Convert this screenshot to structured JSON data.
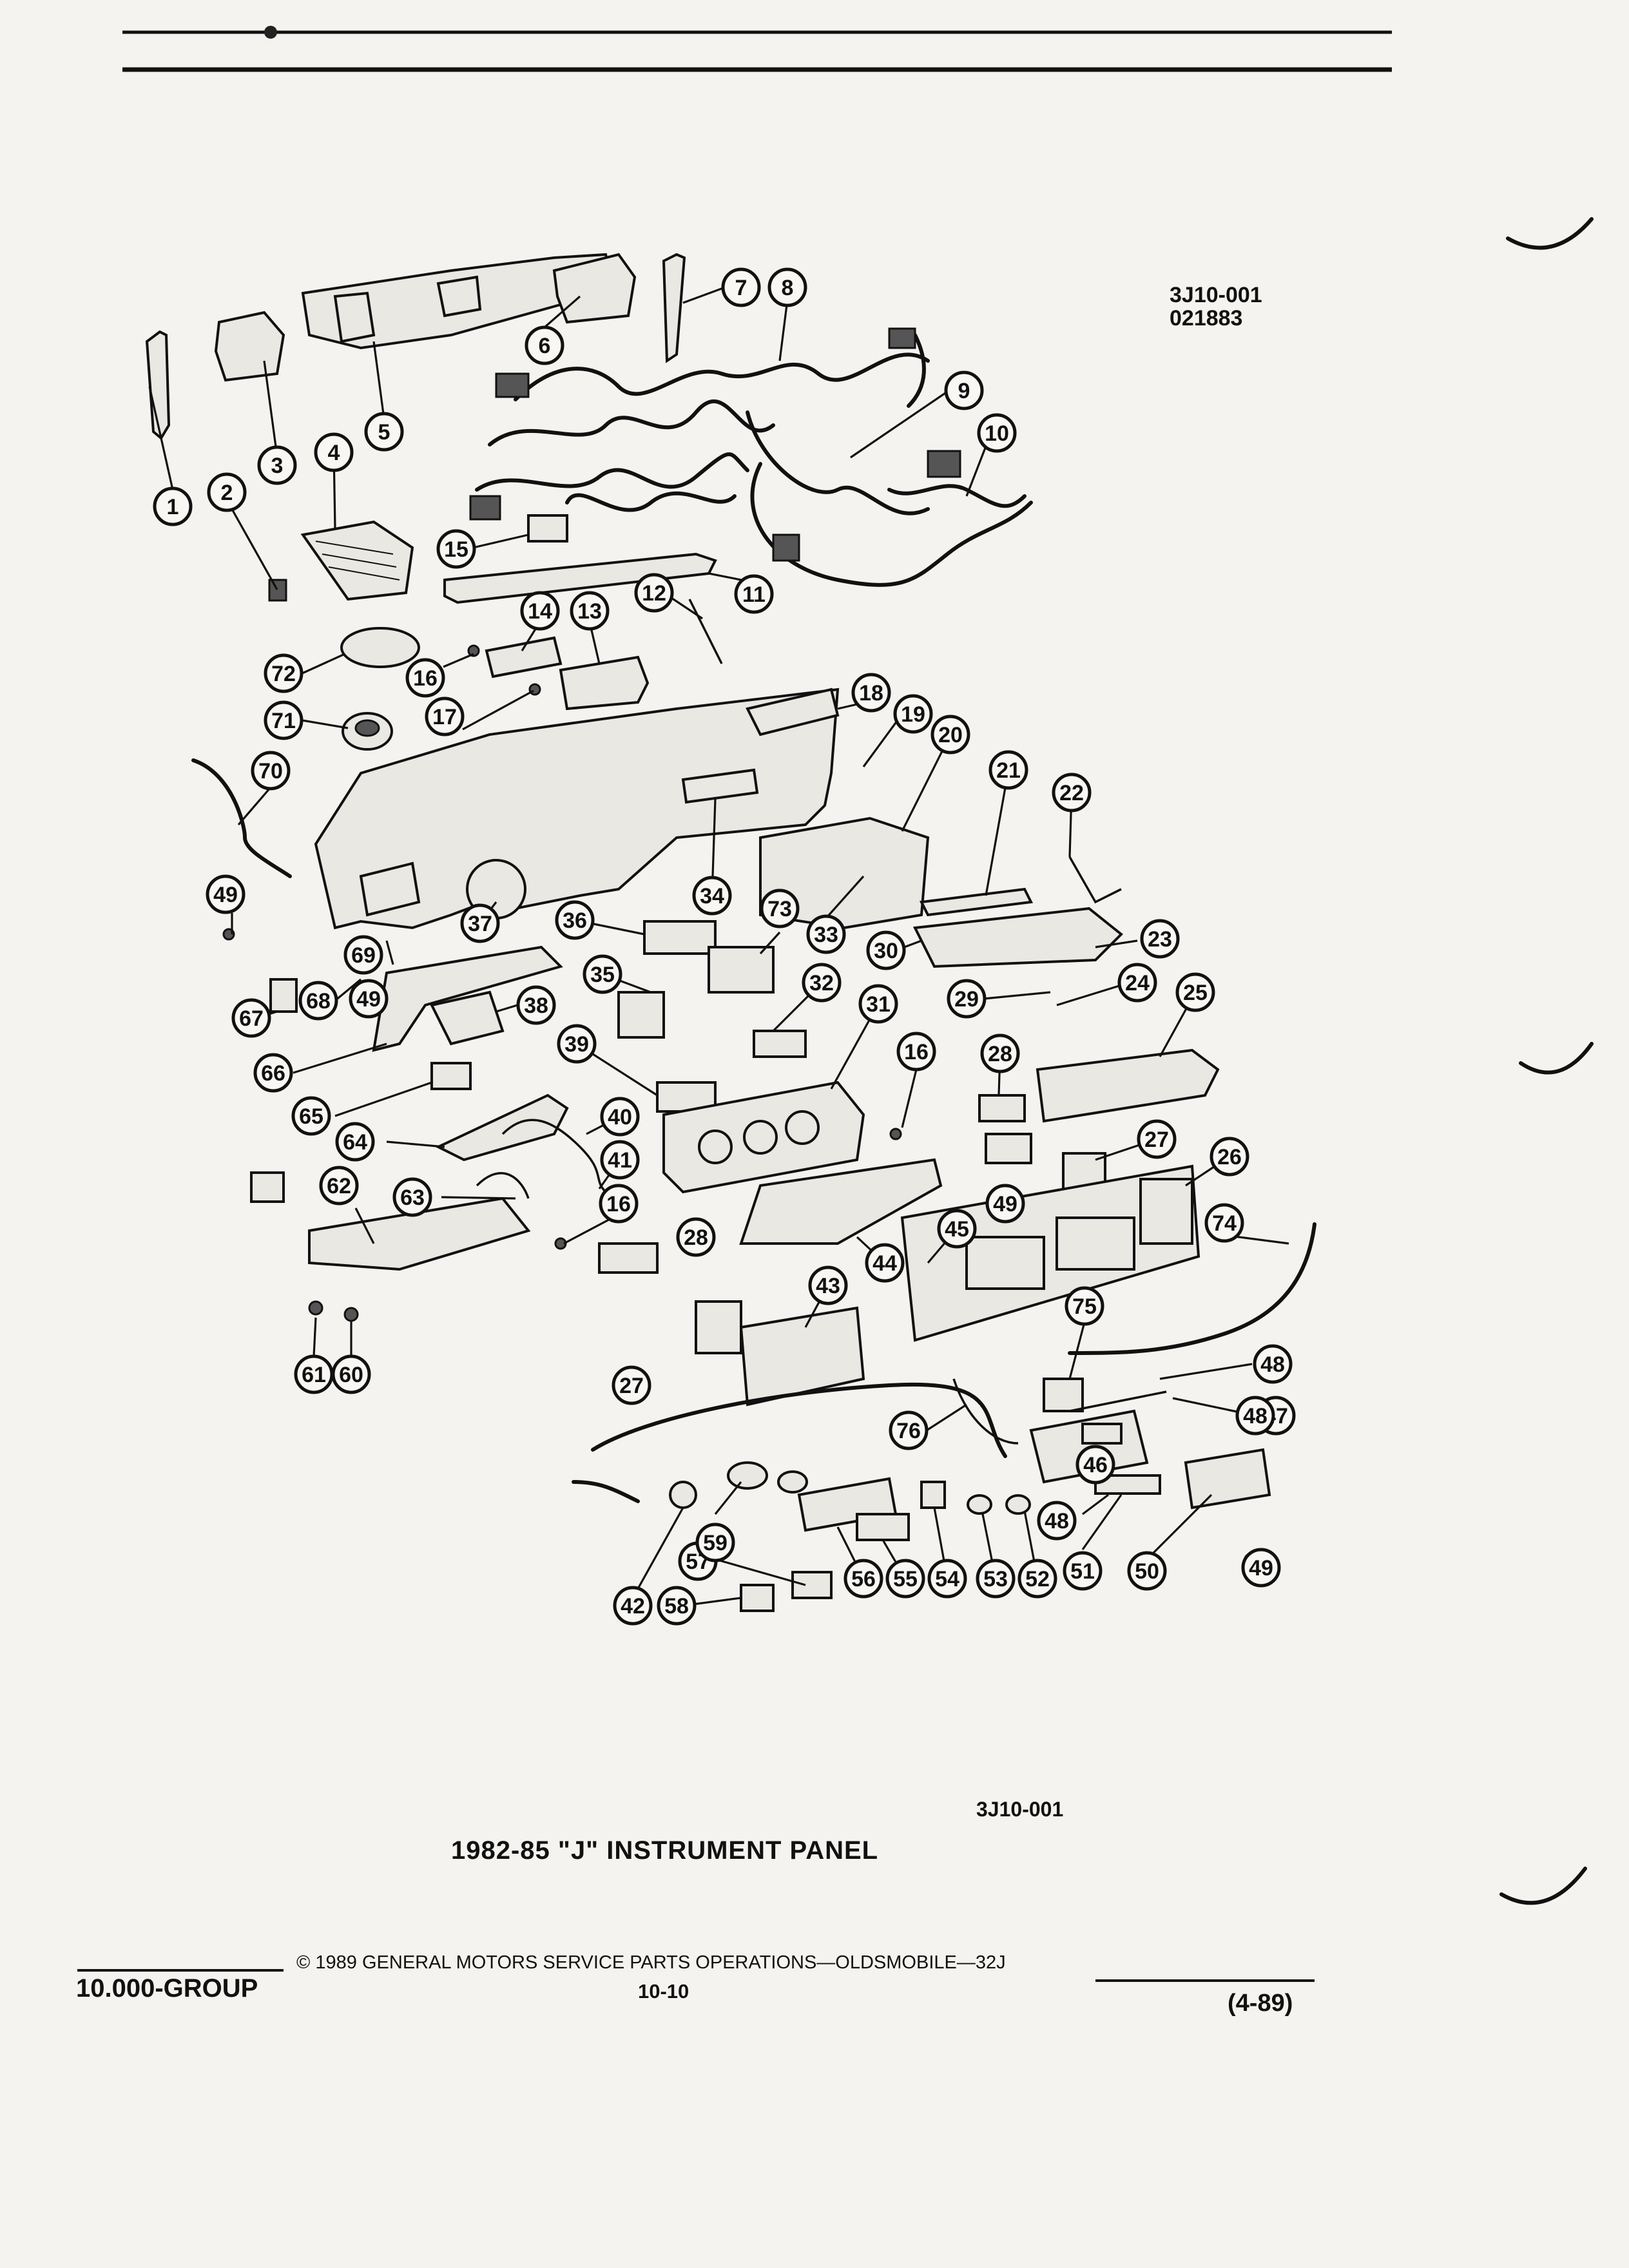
{
  "figure": {
    "code_top_line1": "3J10-001",
    "code_top_line2": "021883",
    "code_bottom": "3J10-001",
    "title": "1982-85 \"J\" INSTRUMENT PANEL"
  },
  "callouts": [
    "1",
    "2",
    "3",
    "4",
    "5",
    "6",
    "7",
    "8",
    "9",
    "10",
    "11",
    "12",
    "13",
    "14",
    "15",
    "16",
    "17",
    "18",
    "19",
    "20",
    "21",
    "22",
    "23",
    "24",
    "25",
    "26",
    "27",
    "28",
    "29",
    "30",
    "31",
    "32",
    "33",
    "34",
    "35",
    "36",
    "37",
    "38",
    "39",
    "40",
    "41",
    "42",
    "43",
    "44",
    "45",
    "46",
    "47",
    "48",
    "49",
    "50",
    "51",
    "52",
    "53",
    "54",
    "55",
    "56",
    "57",
    "58",
    "59",
    "60",
    "61",
    "62",
    "63",
    "64",
    "65",
    "66",
    "67",
    "68",
    "69",
    "70",
    "71",
    "72",
    "73",
    "74",
    "75",
    "76"
  ],
  "footer": {
    "group": "10.000-GROUP",
    "copyright": "© 1989 GENERAL MOTORS SERVICE PARTS OPERATIONS—OLDSMOBILE—32J",
    "page": "10-10",
    "date": "(4-89)"
  }
}
